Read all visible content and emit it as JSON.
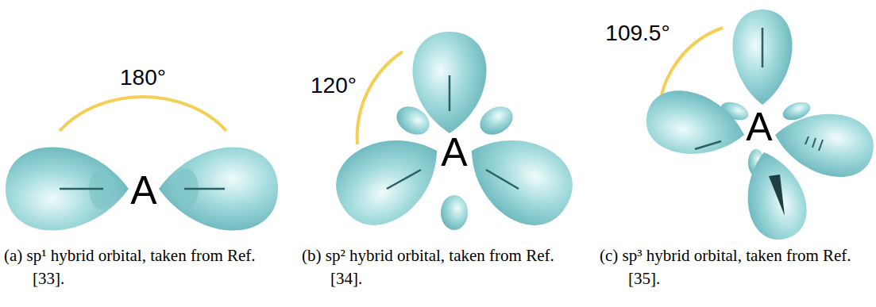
{
  "diagram": {
    "labels": [
      "180°",
      "A",
      "(a) sp¹ hybrid orbital, taken from Ref. [33].",
      "120°",
      "A",
      "(b) sp² hybrid orbital, taken from Ref. [34].",
      "109.5°",
      "A",
      "(c) sp³ hybrid orbital, taken from Ref. [35]."
    ]
  }
}
